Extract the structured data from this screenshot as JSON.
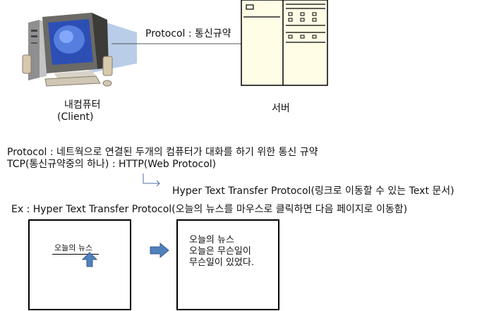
{
  "diagram": {
    "protocol_label": "Protocol : 통신규약",
    "client_label": "내컴퓨터",
    "client_sub": "(Client)",
    "server_label": "서버",
    "definition_line1": "Protocol  : 네트웍으로 연결된 두개의 컴퓨터가 대화를 하기 위한 통신 규약",
    "definition_line2": "TCP(통신규약중의 하나) : HTTP(Web Protocol)",
    "http_expansion": "Hyper Text Transfer   Protocol(링크로 이동할 수 있는 Text 문서)",
    "example_line": "Ex : Hyper Text Transfer   Protocol(오늘의 뉴스를 마우스로 클릭하면 다음 페이지로 이동함)",
    "left_page": {
      "link_text": "오늘의 뉴스"
    },
    "right_page": {
      "line1": "오늘의 뉴스",
      "line2": "오늘은 무슨일이",
      "line3": "무슨일이 있었다."
    }
  }
}
